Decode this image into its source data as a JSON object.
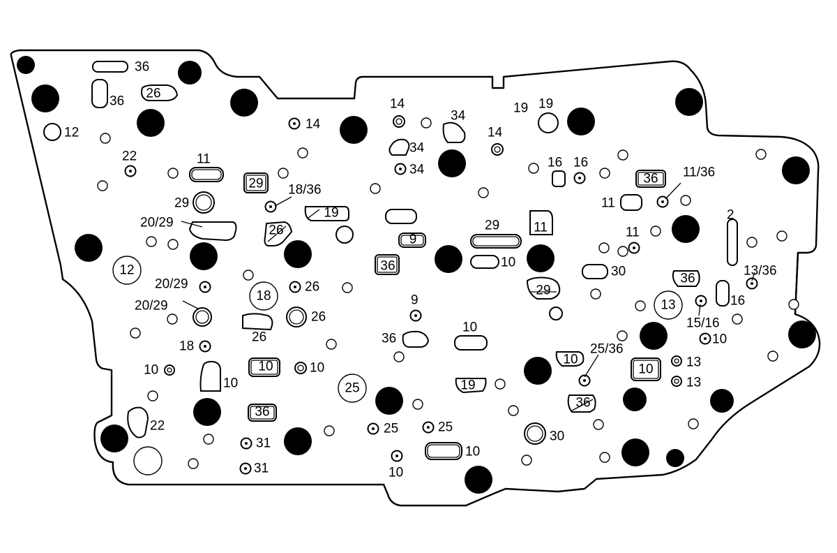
{
  "diagram": {
    "labels": [
      "36",
      "36",
      "26",
      "12",
      "22",
      "11",
      "14",
      "29",
      "29",
      "18/36",
      "19",
      "20/29",
      "26",
      "12",
      "20/29",
      "26",
      "18",
      "20/29",
      "26",
      "26",
      "18",
      "10",
      "10",
      "10",
      "10",
      "36",
      "22",
      "31",
      "31",
      "25",
      "25",
      "25",
      "14",
      "34",
      "34",
      "34",
      "14",
      "19",
      "19",
      "16",
      "16",
      "36",
      "11/36",
      "11",
      "2",
      "9",
      "36",
      "29",
      "10",
      "11",
      "11",
      "29",
      "30",
      "36",
      "13/36",
      "13",
      "16",
      "15/16",
      "10",
      "9",
      "36",
      "10",
      "10",
      "19",
      "25/36",
      "10",
      "13",
      "13",
      "36",
      "10",
      "30",
      "10"
    ]
  }
}
